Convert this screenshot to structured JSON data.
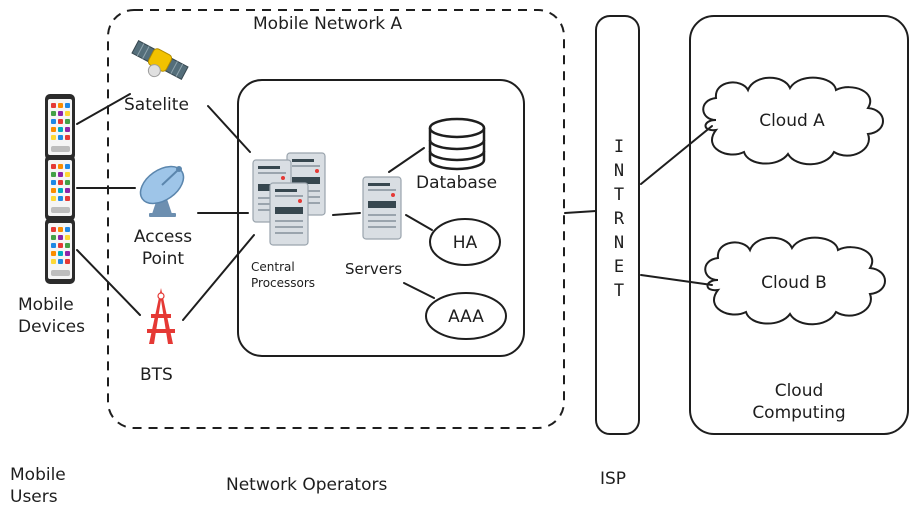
{
  "title": "Mobile Network A",
  "users_column": {
    "caption": "Mobile Users",
    "devices_label": "Mobile Devices",
    "device_count": 3
  },
  "network_a": {
    "title": "Mobile Network A",
    "footer": "Network Operators",
    "access_nodes": [
      {
        "id": "satelite",
        "label": "Satelite",
        "icon": "satellite-icon"
      },
      {
        "id": "access_point",
        "label": "Access Point",
        "icon": "satellite-dish-icon"
      },
      {
        "id": "bts",
        "label": "BTS",
        "icon": "radio-tower-icon"
      }
    ],
    "core": {
      "central_label": "Central Processors",
      "servers_label": "Servers",
      "database_label": "Database",
      "services": [
        "HA",
        "AAA"
      ]
    }
  },
  "isp": {
    "vertical_text": "INTRNET",
    "caption": "ISP"
  },
  "cloud": {
    "clouds": [
      "Cloud A",
      "Cloud B"
    ],
    "caption": "Cloud Computing"
  },
  "colors": {
    "stroke": "#1e1e1e",
    "phone_body": "#2b2b2b",
    "server_body": "#d9dee3",
    "server_stripe": "#37474f",
    "tower_red": "#e53935",
    "dish_blue": "#9ec5e8"
  }
}
